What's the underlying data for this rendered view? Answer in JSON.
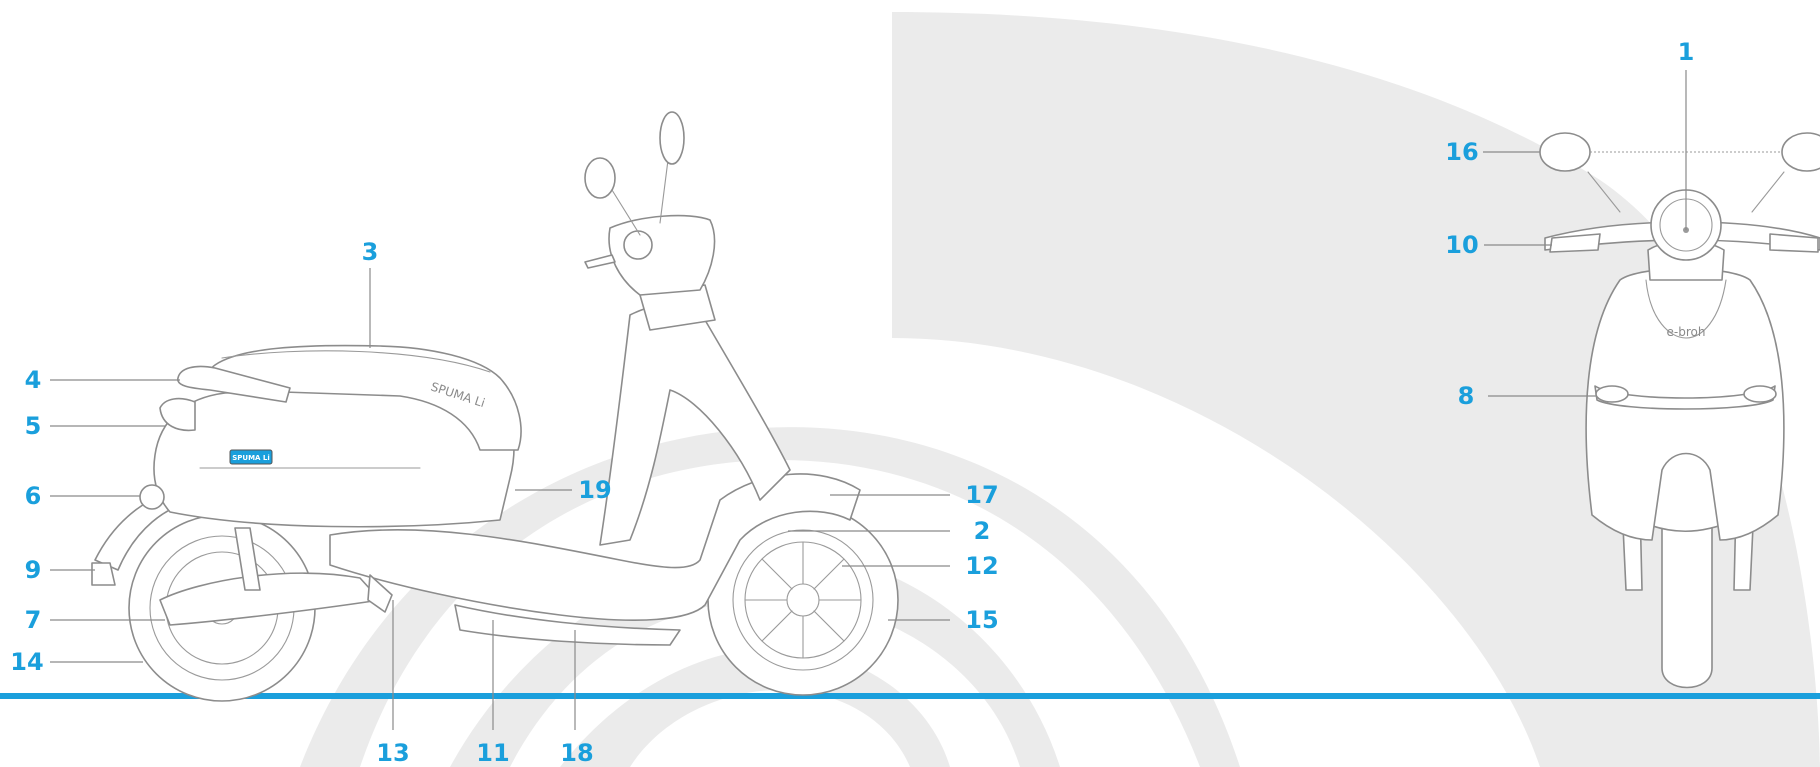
{
  "colors": {
    "accent": "#1a9fdc",
    "arc": "#ebebeb",
    "line": "#8c8c8c"
  },
  "labels": {
    "seat_brand": "SPUMA Li",
    "front_brand": "e-broh",
    "badge_text": "SPUMA Li"
  },
  "callouts": [
    {
      "id": "1",
      "text": "1"
    },
    {
      "id": "2",
      "text": "2"
    },
    {
      "id": "3",
      "text": "3"
    },
    {
      "id": "4",
      "text": "4"
    },
    {
      "id": "5",
      "text": "5"
    },
    {
      "id": "6",
      "text": "6"
    },
    {
      "id": "7",
      "text": "7"
    },
    {
      "id": "8",
      "text": "8"
    },
    {
      "id": "9",
      "text": "9"
    },
    {
      "id": "10",
      "text": "10"
    },
    {
      "id": "11",
      "text": "11"
    },
    {
      "id": "12",
      "text": "12"
    },
    {
      "id": "13",
      "text": "13"
    },
    {
      "id": "14",
      "text": "14"
    },
    {
      "id": "15",
      "text": "15"
    },
    {
      "id": "16",
      "text": "16"
    },
    {
      "id": "17",
      "text": "17"
    },
    {
      "id": "18",
      "text": "18"
    },
    {
      "id": "19",
      "text": "19"
    }
  ]
}
